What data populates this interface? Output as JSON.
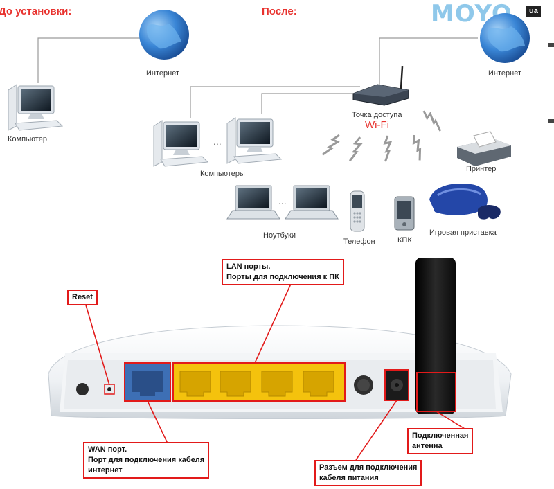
{
  "logo": {
    "text": "MOYO",
    "suffix": "ua"
  },
  "top_diagram": {
    "before_title": "До установки:",
    "after_title": "После:",
    "internet_left": "Интернет",
    "computer": "Компьютер",
    "internet_right": "Интернет",
    "access_point": "Точка доступа",
    "wifi": "Wi-Fi",
    "printer": "Принтер",
    "computers": "Компьютеры",
    "laptops": "Ноутбуки",
    "phone": "Телефон",
    "pda": "КПК",
    "console": "Игровая приставка",
    "ellipsis": "..."
  },
  "router_callouts": {
    "reset": [
      "Reset"
    ],
    "lan": [
      "LAN порты.",
      "Порты для подключения к ПК"
    ],
    "wan": [
      "WAN порт.",
      "Порт для подключения кабеля",
      "интернет"
    ],
    "power": [
      "Разъем для подключения",
      "кабеля питания"
    ],
    "antenna": [
      "Подключенная",
      "антенна"
    ]
  },
  "colors": {
    "heading_red": "#e8322e",
    "callout_red": "#e21a1a",
    "wan_blue": "#3d6fb5",
    "lan_yellow": "#f4c20d",
    "globe_blue": "#2f78c9",
    "console_blue": "#2447a8"
  },
  "icons": [
    "globe-icon",
    "desktop-computer-icon",
    "wifi-router-icon",
    "printer-icon",
    "laptop-icon",
    "phone-icon",
    "pda-icon",
    "game-console-icon",
    "wireless-signal-icon"
  ]
}
